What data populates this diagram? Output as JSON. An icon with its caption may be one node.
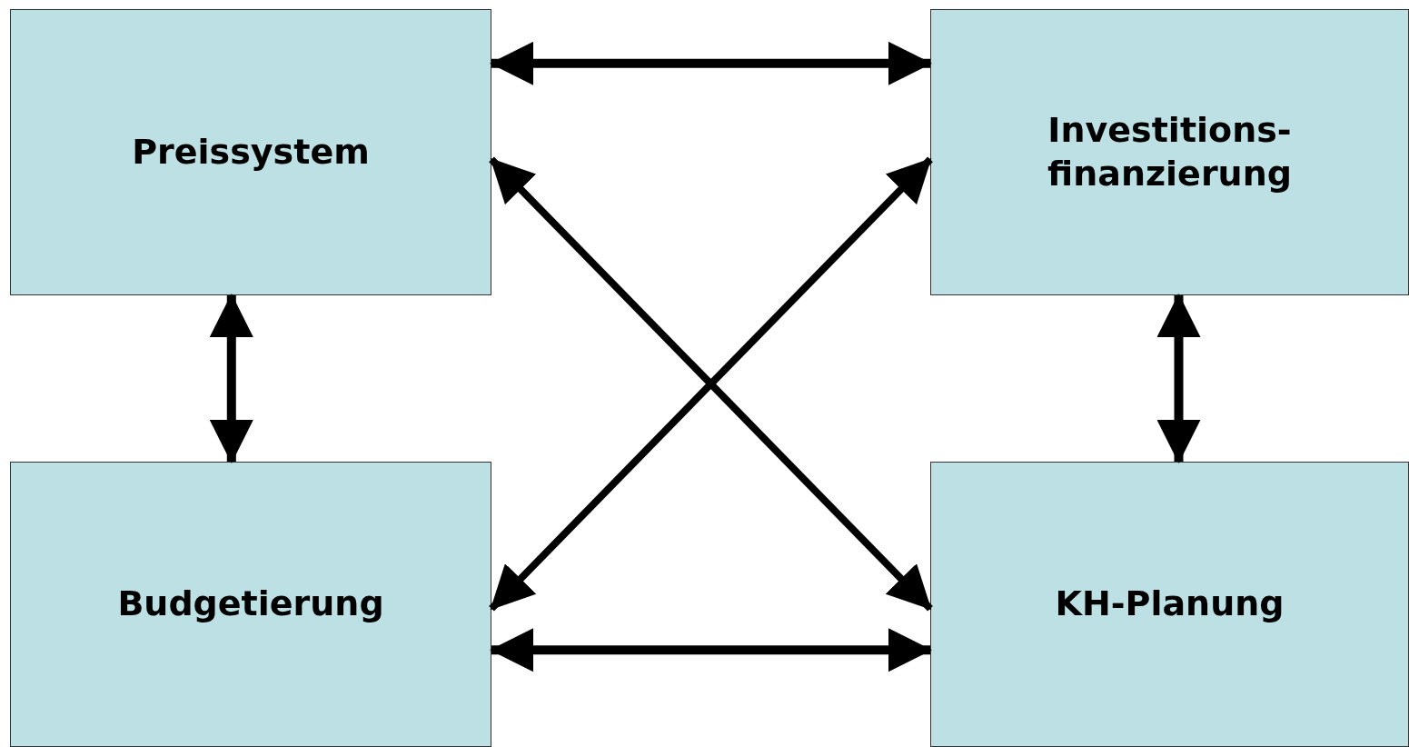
{
  "diagram": {
    "nodes": [
      {
        "text": [
          "Preissystem"
        ]
      },
      {
        "text": [
          "Investitions- finanzierung"
        ]
      },
      {
        "text": [
          "Budgetierung"
        ]
      },
      {
        "text": [
          "KH-Planung"
        ]
      }
    ],
    "edges": [
      {
        "from": 0,
        "to": 1,
        "arrow": "both"
      },
      {
        "from": 0,
        "to": 3,
        "arrow": "both"
      },
      {
        "from": 1,
        "to": 2,
        "arrow": "both"
      },
      {
        "from": 0,
        "to": 2,
        "arrow": "both"
      },
      {
        "from": 1,
        "to": 3,
        "arrow": "both"
      },
      {
        "from": 2,
        "to": 3,
        "arrow": "both"
      }
    ]
  }
}
